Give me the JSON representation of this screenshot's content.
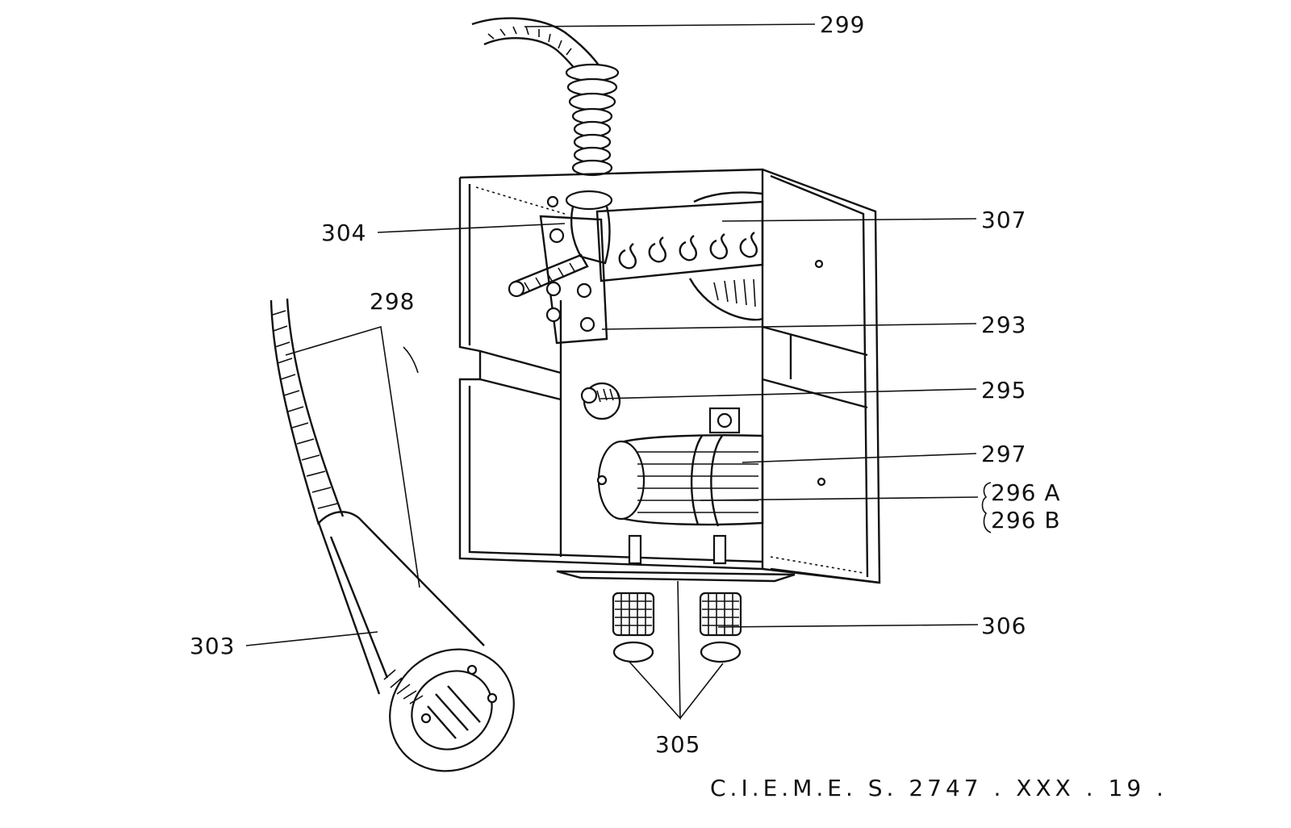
{
  "figure": {
    "reference": "C.I.E.M.E. S. 2747 . XXX . 19 .",
    "callouts": {
      "c299": "299",
      "c307": "307",
      "c304": "304",
      "c298": "298",
      "c293": "293",
      "c295": "295",
      "c297": "297",
      "c296a": "296 A",
      "c296b": "296 B",
      "c303": "303",
      "c306": "306",
      "c305": "305"
    }
  }
}
